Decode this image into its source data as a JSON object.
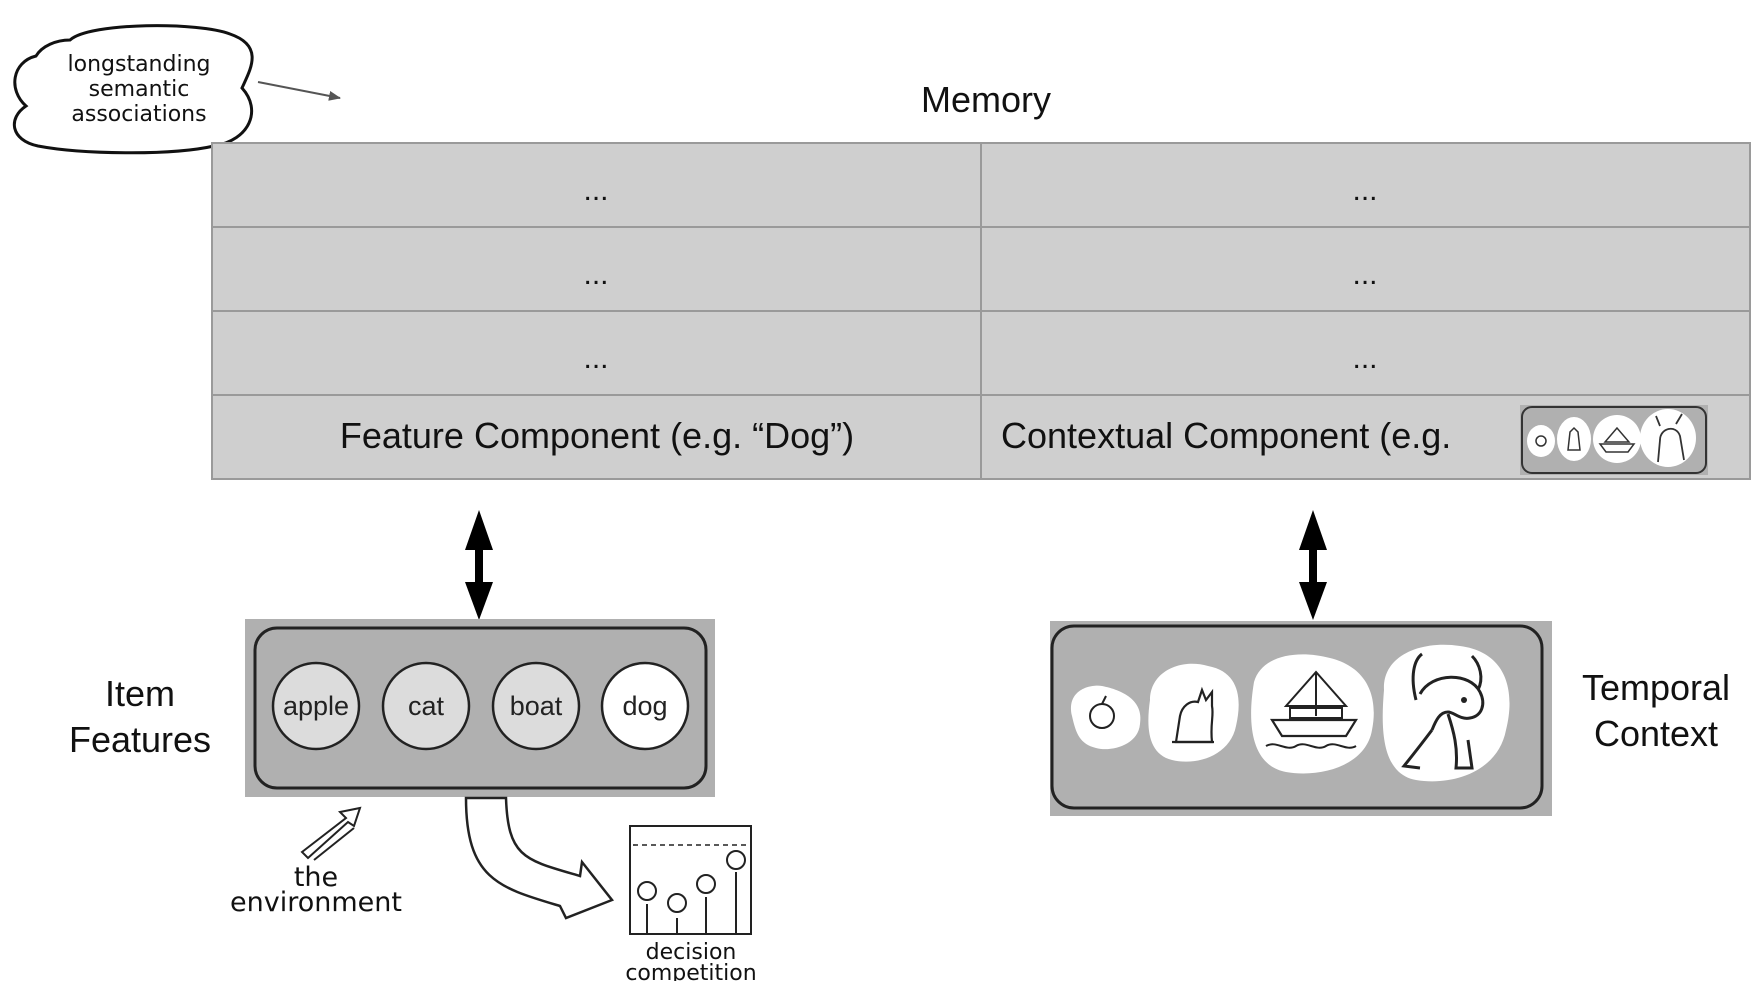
{
  "cloud": {
    "lines": [
      "longstanding",
      "semantic",
      "associations"
    ]
  },
  "memory": {
    "title": "Memory",
    "rows": [
      {
        "left": "...",
        "right": "..."
      },
      {
        "left": "...",
        "right": "..."
      },
      {
        "left": "...",
        "right": "..."
      },
      {
        "left": "Feature Component (e.g. “Dog”)",
        "right": "Contextual Component (e.g."
      }
    ]
  },
  "item_features": {
    "label_lines": [
      "Item",
      "Features"
    ],
    "items": [
      {
        "label": "apple",
        "highlighted": false
      },
      {
        "label": "cat",
        "highlighted": false
      },
      {
        "label": "boat",
        "highlighted": false
      },
      {
        "label": "dog",
        "highlighted": true
      }
    ]
  },
  "temporal_context": {
    "label_lines": [
      "Temporal",
      "Context"
    ],
    "icons": [
      "apple-icon",
      "cat-icon",
      "boat-icon",
      "dog-icon"
    ]
  },
  "environment": {
    "lines": [
      "the",
      "environment"
    ]
  },
  "decision": {
    "lines": [
      "decision",
      "competition"
    ]
  },
  "colors": {
    "table_fill": "#cfcfcf",
    "table_line": "#9a9a9a",
    "panel_fill": "#b0b0b0",
    "circle_fill": "#dcdcdc"
  }
}
